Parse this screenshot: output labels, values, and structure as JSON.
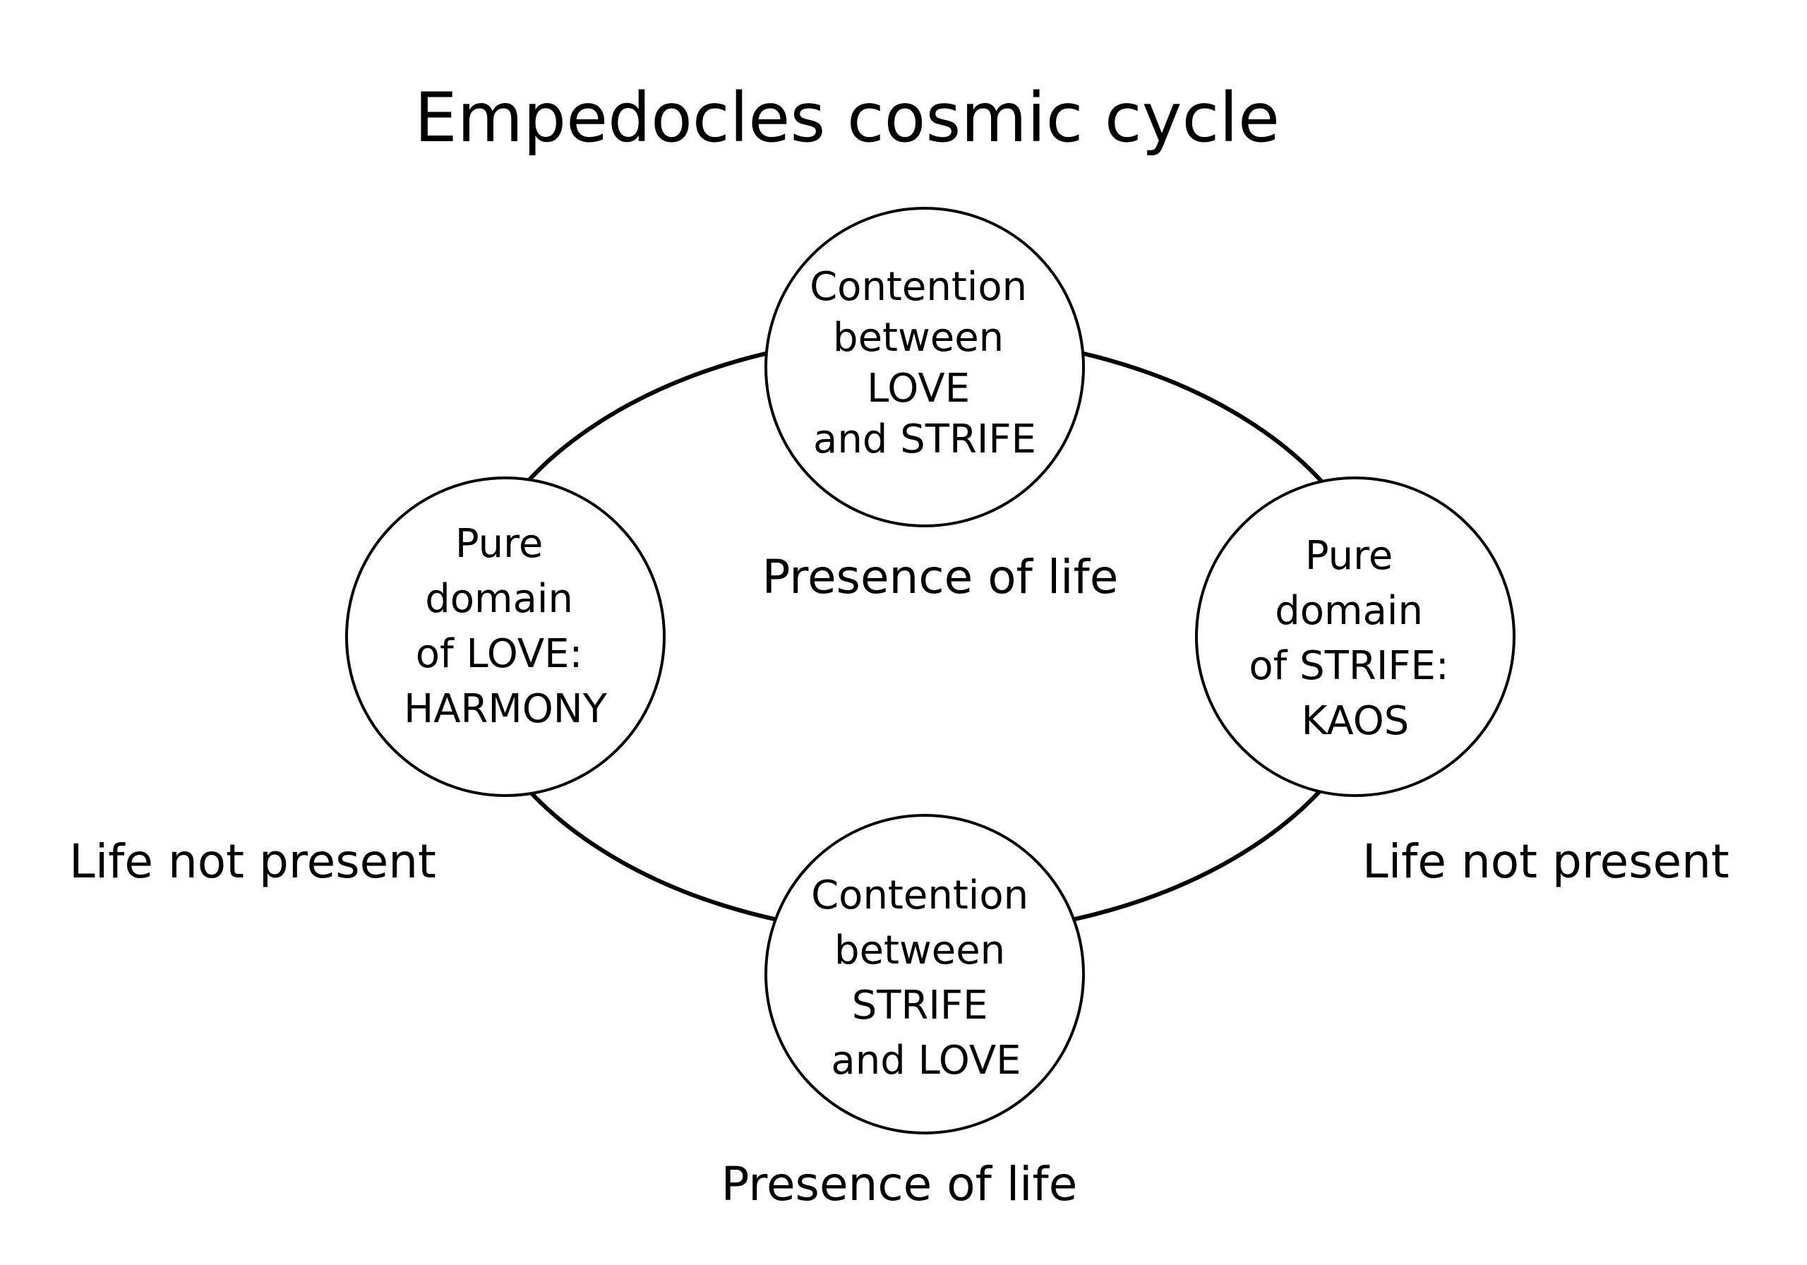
{
  "title": "Empedocles cosmic cycle",
  "nodes": {
    "top": {
      "lines": [
        "Contention",
        "between",
        "LOVE",
        "and STRIFE"
      ]
    },
    "left": {
      "lines": [
        "Pure",
        "domain",
        "of LOVE:",
        "HARMONY"
      ]
    },
    "right": {
      "lines": [
        "Pure",
        "domain",
        "of STRIFE:",
        "KAOS"
      ]
    },
    "bottom": {
      "lines": [
        "Contention",
        "between",
        "STRIFE",
        "and LOVE"
      ]
    }
  },
  "labels": {
    "presence_upper": "Presence of life",
    "presence_lower": "Presence of life",
    "absent_left": "Life not present",
    "absent_right": "Life not present"
  },
  "colors": {
    "stroke": "#000000",
    "fill": "#ffffff",
    "text": "#000000"
  }
}
